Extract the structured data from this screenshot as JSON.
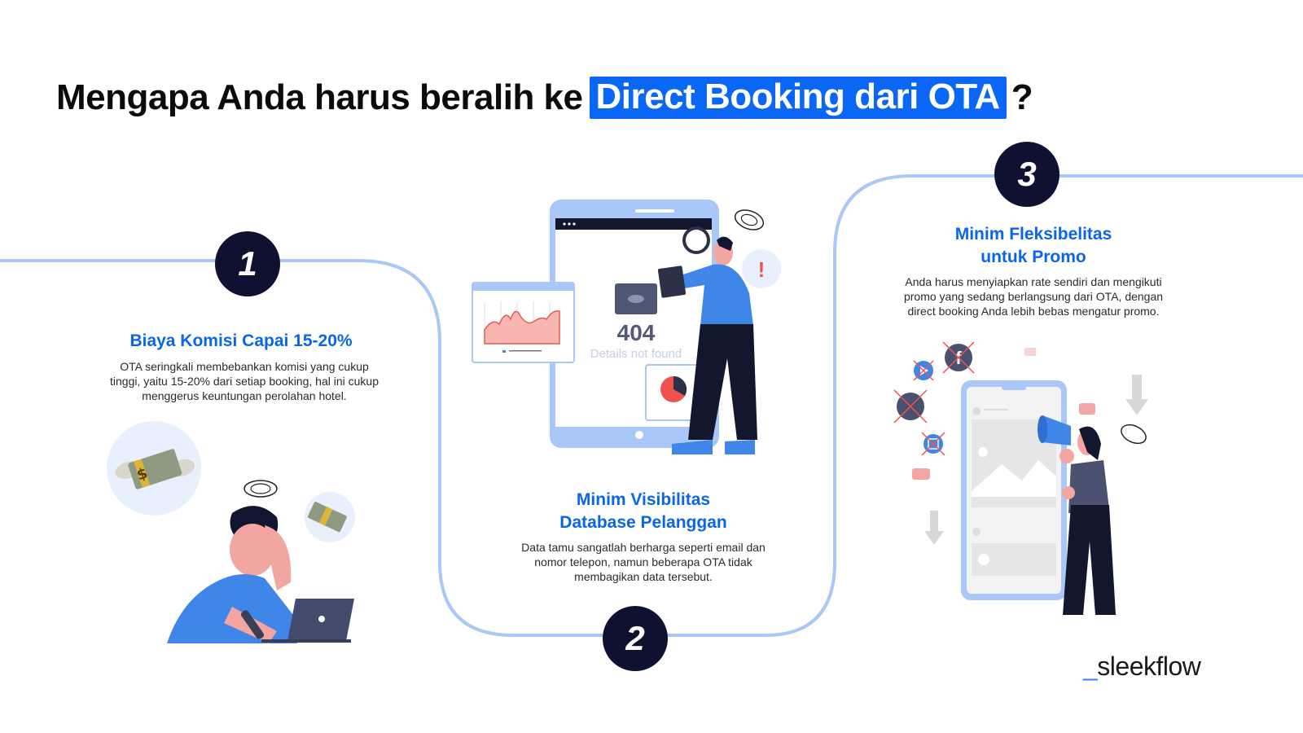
{
  "header": {
    "title_prefix": "Mengapa Anda harus beralih ke",
    "title_highlight": "Direct Booking dari OTA",
    "title_suffix": "?"
  },
  "colors": {
    "highlight_bg": "#0a66f5",
    "section_title": "#0a66e8",
    "path_line": "#a9c8f8",
    "number_badge": "#0e1230"
  },
  "steps": [
    {
      "number": "1",
      "title": "Biaya Komisi Capai 15-20%",
      "body": "OTA seringkali membebankan komisi yang cukup tinggi, yaitu 15-20% dari setiap booking, hal ini cukup menggerus keuntungan perolahan hotel.",
      "illustration": "stressed-man-flying-money"
    },
    {
      "number": "2",
      "title_line1": "Minim Visibilitas",
      "title_line2": "Database Pelanggan",
      "body": "Data tamu sangatlah berharga seperti email dan nomor telepon, namun beberapa OTA tidak membagikan data tersebut.",
      "illustration": {
        "name": "tablet-404-man-magnifier",
        "error_code": "404",
        "error_text": "Details not found",
        "alert_glyph": "!"
      }
    },
    {
      "number": "3",
      "title_line1": "Minim Fleksibelitas",
      "title_line2": "untuk Promo",
      "body": "Anda harus menyiapkan rate sendiri dan mengikuti promo yang sedang berlangsung dari OTA, dengan direct booking Anda lebih bebas mengatur promo.",
      "illustration": "woman-megaphone-phone-social-icons-crossed"
    }
  ],
  "footer": {
    "logo_underscore": "_",
    "logo_text": "sleekflow"
  }
}
